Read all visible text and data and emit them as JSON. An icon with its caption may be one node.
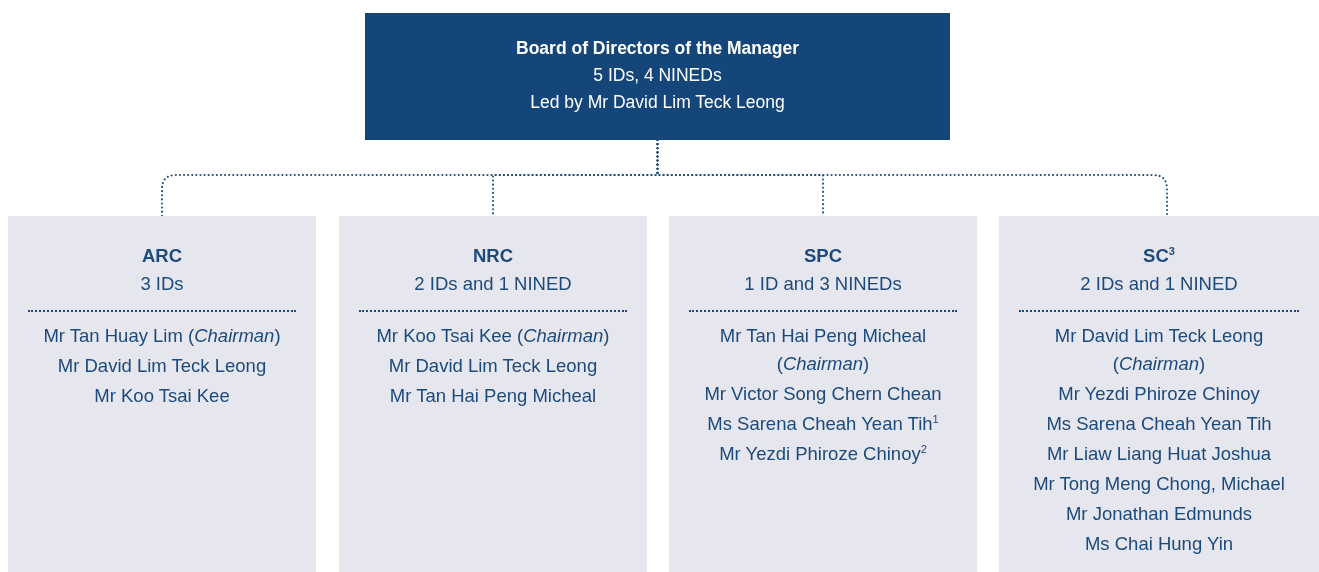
{
  "diagram": {
    "nodes": [
      {
        "text": [
          "Board of Directors of the Manager",
          "5 IDs, 4 NINEDs",
          "Led by Mr David Lim Teck Leong"
        ]
      },
      {
        "text": [
          "ARC",
          "3 IDs",
          "Mr Tan Huay Lim (*Chairman*)",
          "Mr David Lim Teck Leong",
          "Mr Koo Tsai Kee"
        ]
      },
      {
        "text": [
          "NRC",
          "2 IDs and 1 NINED",
          "Mr Koo Tsai Kee (*Chairman*)",
          "Mr David Lim Teck Leong",
          "Mr Tan Hai Peng Micheal"
        ]
      },
      {
        "text": [
          "SPC",
          "1 ID and 3 NINEDs",
          "Mr Tan Hai Peng Micheal (*Chairman*)",
          "Mr Victor Song Chern Chean",
          "Ms Sarena Cheah Yean Tih$^{1}$",
          "Mr Yezdi Phiroze Chinoy$^{2}$"
        ]
      },
      {
        "text": [
          "SC$^{3}$",
          "2 IDs and 1 NINED",
          "Mr David Lim Teck Leong (*Chairman*)",
          "Mr Yezdi Phiroze Chinoy",
          "Ms Sarena Cheah Yean Tih",
          "Mr Liaw Liang Huat Joshua",
          "Mr Tong Meng Chong, Michael",
          "Mr Jonathan Edmunds",
          "Ms Chai Hung Yin"
        ]
      }
    ],
    "edges": [
      {
        "from": 0,
        "to": 1,
        "arrow": "none"
      },
      {
        "from": 0,
        "to": 2,
        "arrow": "none"
      },
      {
        "from": 0,
        "to": 3,
        "arrow": "none"
      },
      {
        "from": 0,
        "to": 4,
        "arrow": "none"
      }
    ]
  }
}
